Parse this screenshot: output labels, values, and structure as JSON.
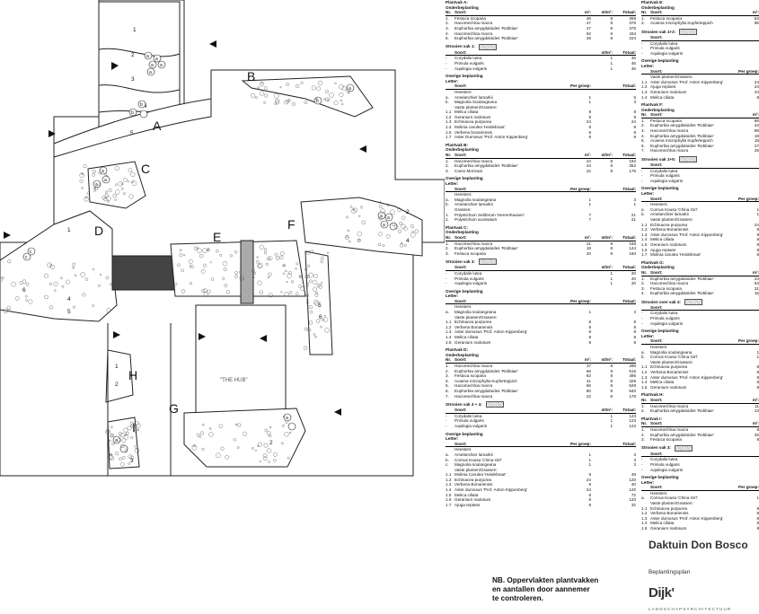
{
  "plan": {
    "areas": [
      "A",
      "B",
      "C",
      "D",
      "E",
      "F",
      "G",
      "H",
      "I"
    ],
    "hub_label": "\"THE HUB\"",
    "nums": [
      "1",
      "2",
      "3",
      "4",
      "5",
      "6"
    ],
    "circle_letter": "a",
    "circle_letter_b": "b",
    "circle_letter_c": "c"
  },
  "colA": [
    {
      "title": "Plantvak A:",
      "sub": "Onderbeplanting",
      "hdr": [
        "Nr.",
        "Soort:",
        "m²:",
        "st/m²:",
        "Totaal:"
      ],
      "rows": [
        [
          "1.",
          "Festuca scoparia",
          "46",
          "8",
          "368"
        ],
        [
          "2.",
          "Hacomechloa macra",
          "47",
          "8",
          "376"
        ],
        [
          "3.",
          "Euphorbia amygdaloides 'Robbiae'",
          "47",
          "8",
          "376"
        ],
        [
          "4.",
          "Hacomechloa macra",
          "62",
          "8",
          "434"
        ],
        [
          "5.",
          "Euphorbia amygdaloides 'Robbiae'",
          "28",
          "8",
          "224"
        ]
      ]
    },
    {
      "title": "Strooien vak 1:",
      "swatch": true,
      "hdr": [
        "",
        "Soort:",
        "",
        "st/m²:",
        "Totaal:"
      ],
      "rows": [
        [
          "-",
          "Corydalis lutea",
          "",
          "1",
          "46"
        ],
        [
          "-",
          "Primula vulgaris",
          "",
          "1",
          "46"
        ],
        [
          "-",
          "Aquilegia vulgaris",
          "",
          "1",
          "46"
        ]
      ]
    },
    {
      "title": "Overige beplanting",
      "sub": "Letter:",
      "hdr": [
        "",
        "Soort:",
        "Per groep:",
        "",
        "Totaal:"
      ],
      "rows": [
        [
          "",
          "Heesters:",
          "",
          "",
          ""
        ],
        [
          "a.",
          "Amelanchier lamarkii",
          "1",
          "",
          "5"
        ],
        [
          "b.",
          "Magnolia Soulangeana",
          "1",
          "",
          "3"
        ],
        [
          "",
          "Vaste planten/Grassen:",
          "",
          "",
          ""
        ],
        [
          "1.1",
          "Melica ciliata",
          "8",
          "",
          "8"
        ],
        [
          "1.2",
          "Geranium nodosum",
          "8",
          "",
          "8"
        ],
        [
          "1.3",
          "Echinacea purpurea",
          "24",
          "",
          "24"
        ],
        [
          "1.4",
          "Molinia carulea 'Heidebraut'",
          "8",
          "",
          "8"
        ],
        [
          "1.5",
          "Verbena bonariensis",
          "8",
          "",
          "8"
        ],
        [
          "1.7",
          "Aster Dumosus 'Prof. Anton Kippenberg'",
          "8",
          "",
          "8"
        ]
      ]
    },
    {
      "title": "Plantvak B:",
      "sub": "Onderbeplanting",
      "hdr": [
        "Nr.",
        "Soort:",
        "m²:",
        "st/m²:",
        "Totaal:"
      ],
      "rows": [
        [
          "1.",
          "Hacomechloa macra",
          "24",
          "8",
          "192"
        ],
        [
          "2.",
          "Euphorbia amygdaloides 'Robbiae'",
          "44",
          "8",
          "352"
        ],
        [
          "3.",
          "Carex Morrowii",
          "22",
          "8",
          "176"
        ]
      ]
    },
    {
      "title": "Overige beplanting",
      "sub": "Letter:",
      "hdr": [
        "",
        "Soort:",
        "Per groep:",
        "",
        "Totaal:"
      ],
      "rows": [
        [
          "",
          "Heesters:",
          "",
          "",
          ""
        ],
        [
          "a.",
          "Magnolia soulangeana",
          "1",
          "",
          "3"
        ],
        [
          "b.",
          "Amelanchier lamarkii",
          "1",
          "",
          "1"
        ],
        [
          "",
          "Grassen:",
          "",
          "",
          ""
        ],
        [
          "1.",
          "Polystichum Setiferum 'Herrenhausen'",
          "7",
          "",
          "21"
        ],
        [
          "2.",
          "Polystichum aculeatum",
          "7",
          "",
          "21"
        ]
      ]
    },
    {
      "title": "Plantvak C:",
      "sub": "Onderbeplanting",
      "hdr": [
        "Nr.",
        "Soort:",
        "m²:",
        "st/m²:",
        "Totaal:"
      ],
      "rows": [
        [
          "1.",
          "Hacomechloa macra",
          "21",
          "8",
          "168"
        ],
        [
          "2.",
          "Euphorbia amygdaloides 'Robbiae'",
          "18",
          "8",
          "144"
        ],
        [
          "3.",
          "Festuca scoparia",
          "20",
          "8",
          "160"
        ]
      ]
    },
    {
      "title": "Strooien vak 3:",
      "swatch": true,
      "hdr": [
        "",
        "Soort:",
        "",
        "st/m²:",
        "Totaal:"
      ],
      "rows": [
        [
          "-",
          "Corydalis lutea",
          "",
          "1",
          "20"
        ],
        [
          "-",
          "Primula vulgaris",
          "",
          "1",
          "20"
        ],
        [
          "-",
          "Aquilegia vulgaris",
          "",
          "1",
          "20"
        ]
      ]
    },
    {
      "title": "Overige beplanting",
      "sub": "Letter:",
      "hdr": [
        "",
        "Soort:",
        "Per groep:",
        "",
        "Totaal:"
      ],
      "rows": [
        [
          "",
          "Heesters",
          "",
          "",
          ""
        ],
        [
          "a.",
          "Magnolia soulangeana",
          "1",
          "",
          "3"
        ],
        [
          "",
          "Vaste planten/Grassen:",
          "",
          "",
          ""
        ],
        [
          "1.1",
          "Echinacea purpurea",
          "8",
          "",
          "8"
        ],
        [
          "1.2",
          "Verbena Bonariensis",
          "8",
          "",
          "8"
        ],
        [
          "1.3",
          "Aster dumosus 'Prof. Anton Kippenberg'",
          "8",
          "",
          "8"
        ],
        [
          "1.4",
          "Melica ciliata",
          "8",
          "",
          "8"
        ],
        [
          "1.5",
          "Geranium nodosum",
          "8",
          "",
          "8"
        ]
      ]
    },
    {
      "title": "Plantvak D:",
      "sub": "Onderbeplanting",
      "hdr": [
        "Nr.",
        "Soort:",
        "m²:",
        "st/m²:",
        "Totaal:"
      ],
      "rows": [
        [
          "1.",
          "Hacomechloa macra",
          "37",
          "8",
          "296"
        ],
        [
          "2.",
          "Euphorbia amygdaloides 'Robbiae'",
          "66",
          "8",
          "516"
        ],
        [
          "3.",
          "Festuca scoparia",
          "62",
          "8",
          "496"
        ],
        [
          "4.",
          "Acaena microphylla Kupferteppich",
          "41",
          "8",
          "328"
        ],
        [
          "5.",
          "Hacomechloa macra",
          "66",
          "8",
          "528"
        ],
        [
          "6.",
          "Euphorbia amygdaloides 'Robbiae'",
          "80",
          "8",
          "640"
        ],
        [
          "7.",
          "Hacomechloa macra",
          "22",
          "8",
          "176"
        ]
      ]
    },
    {
      "title": "Strooien vak 3 + 4:",
      "swatch": true,
      "hdr": [
        "",
        "Soort:",
        "",
        "st/m²:",
        "Totaal:"
      ],
      "rows": [
        [
          "-",
          "Corydalis lutea",
          "",
          "1",
          "123"
        ],
        [
          "-",
          "Primula vulgaris",
          "",
          "1",
          "123"
        ],
        [
          "-",
          "Aquilegia vulgaris",
          "",
          "1",
          "123"
        ]
      ]
    },
    {
      "title": "Overige beplanting",
      "sub": "Letter:",
      "hdr": [
        "",
        "Soort:",
        "Per groep:",
        "",
        "Totaal:"
      ],
      "rows": [
        [
          "",
          "Heesters",
          "",
          "",
          ""
        ],
        [
          "a.",
          "Amelanchier lamarkii",
          "1",
          "",
          "3"
        ],
        [
          "b.",
          "Cornus Kousa 'China Girl'",
          "1",
          "",
          "3"
        ],
        [
          "c.",
          "Magnolia soulangeana",
          "1",
          "",
          "3"
        ],
        [
          "",
          "Vaste planten/Grassen:",
          "",
          "",
          ""
        ],
        [
          "1.1",
          "Molinia Carulea 'Heidebraut'",
          "8",
          "",
          "48"
        ],
        [
          "1.2",
          "Echinacea purpurea",
          "24",
          "",
          "120"
        ],
        [
          "1.3",
          "Verbena Bonariensis",
          "8",
          "",
          "40"
        ],
        [
          "1.4",
          "Aster dumosus 'Prof. Anton Kippenberg'",
          "24",
          "",
          "120"
        ],
        [
          "1.5",
          "Melica ciliata",
          "8",
          "",
          "72"
        ],
        [
          "1.6",
          "Geranium nodosum",
          "8",
          "",
          "120"
        ],
        [
          "1.7",
          "Ajuga reptans",
          "8",
          "",
          "32"
        ]
      ]
    }
  ],
  "colB": [
    {
      "title": "Plantvak E:",
      "sub": "Onderbeplanting",
      "hdr": [
        "Nr.",
        "Soort:",
        "",
        "",
        "m²:"
      ],
      "rows": [
        [
          "1.",
          "Festuca scoparia",
          "",
          "",
          "53"
        ],
        [
          "2.",
          "Acaena microphylla Kupferteppich",
          "",
          "",
          "95"
        ]
      ]
    },
    {
      "title": "Strooien vak 1+2:",
      "swatch": true,
      "hdr": [
        "",
        "Soort:",
        "",
        "",
        ""
      ],
      "rows": [
        [
          "-",
          "Corydalis lutea",
          "",
          "",
          ""
        ],
        [
          "-",
          "Primula vulgaris",
          "",
          "",
          ""
        ],
        [
          "-",
          "Aquilegia vulgaris",
          "",
          "",
          ""
        ]
      ]
    },
    {
      "title": "Overige beplanting",
      "sub": "Letter:",
      "hdr": [
        "",
        "Soort:",
        "",
        "",
        "Per groep:"
      ],
      "rows": [
        [
          "",
          "Vaste planten/Grassen:",
          "",
          "",
          ""
        ],
        [
          "1.1",
          "Aster dumosus 'Prof. Anton Kippenberg'",
          "",
          "",
          "24"
        ],
        [
          "1.2",
          "Ajuga reptans",
          "",
          "",
          "24"
        ],
        [
          "1.3",
          "Geranium nodosum",
          "",
          "",
          "24"
        ],
        [
          "1.4",
          "Melica ciliata",
          "",
          "",
          "8"
        ]
      ]
    },
    {
      "title": "Plantvak F:",
      "sub": "Onderbeplanting",
      "hdr": [
        "Nr.",
        "Soort:",
        "",
        "",
        "m²:"
      ],
      "rows": [
        [
          "1.",
          "Festuca scoparia",
          "",
          "",
          "86"
        ],
        [
          "2.",
          "Euphorbia amygdaloides 'Robbiae'",
          "",
          "",
          "43"
        ],
        [
          "3.",
          "Hacomechloa macra",
          "",
          "",
          "98"
        ],
        [
          "4.",
          "Euphorbia amygdaloides 'Robbiae'",
          "",
          "",
          "18"
        ],
        [
          "5.",
          "Acaena microphylla Kupferteppich",
          "",
          "",
          "18"
        ],
        [
          "6.",
          "Euphorbia amygdaloides 'Robbiae'",
          "",
          "",
          "27"
        ],
        [
          "7.",
          "Hacomechloa macra",
          "",
          "",
          "25"
        ]
      ]
    },
    {
      "title": "Strooien vak 1+5:",
      "swatch": true,
      "hdr": [
        "",
        "Soort:",
        "",
        "",
        ""
      ],
      "rows": [
        [
          "-",
          "Corydalis lutea",
          "",
          "",
          ""
        ],
        [
          "-",
          "Primula vulgaris",
          "",
          "",
          ""
        ],
        [
          "-",
          "Aquilegia vulgaris",
          "",
          "",
          ""
        ]
      ]
    },
    {
      "title": "Overige beplanting",
      "sub": "Letter:",
      "hdr": [
        "",
        "Soort:",
        "",
        "",
        "Per groep:"
      ],
      "rows": [
        [
          "",
          "Heesters:",
          "",
          "",
          ""
        ],
        [
          "a.",
          "Cornus Kousa 'China Girl'",
          "",
          "",
          "1"
        ],
        [
          "b.",
          "Amelanchier lamarkii",
          "",
          "",
          "1"
        ],
        [
          "",
          "Vaste planten/Grassen:",
          "",
          "",
          ""
        ],
        [
          "1.1",
          "Echinacea purpurea",
          "",
          "",
          "24"
        ],
        [
          "1.2",
          "Verbena Bonariensis",
          "",
          "",
          "8"
        ],
        [
          "1.3",
          "Aster dumosus 'Prof. Anton Kippenberg'",
          "",
          "",
          "8"
        ],
        [
          "1.4",
          "Melica ciliata",
          "",
          "",
          "8"
        ],
        [
          "1.5",
          "Geranium nodosum",
          "",
          "",
          "8"
        ],
        [
          "1.6",
          "Ajuga reptans",
          "",
          "",
          "8"
        ],
        [
          "1.7",
          "Molinia carulea 'Heidebraut'",
          "",
          "",
          "8"
        ]
      ]
    },
    {
      "title": "Plantvak G:",
      "sub": "Onderbeplanting",
      "hdr": [
        "Nr.",
        "Soort:",
        "",
        "",
        "m²:"
      ],
      "rows": [
        [
          "1.",
          "Euphorbia amygdaloides 'Robbiae'",
          "",
          "",
          "24"
        ],
        [
          "2.",
          "Hacomechloa macra",
          "",
          "",
          "53"
        ],
        [
          "3.",
          "Festuca scoparia",
          "",
          "",
          "31"
        ],
        [
          "4.",
          "Euphorbia amygdaloides 'Robbiae'",
          "",
          "",
          "15"
        ]
      ]
    },
    {
      "title": "Strooien over vak 3:",
      "swatch": true,
      "hdr": [
        "",
        "Soort:",
        "",
        "",
        ""
      ],
      "rows": [
        [
          "-",
          "Corydalis lutea",
          "",
          "",
          ""
        ],
        [
          "-",
          "Primula vulgaris",
          "",
          "",
          ""
        ],
        [
          "-",
          "Aquilegia vulgaris",
          "",
          "",
          ""
        ]
      ]
    },
    {
      "title": "Overige beplanting",
      "sub": "Letter:",
      "hdr": [
        "",
        "Soort:",
        "",
        "",
        "Per groep:"
      ],
      "rows": [
        [
          "",
          "Heesters",
          "",
          "",
          ""
        ],
        [
          "a.",
          "Magnolia soulangeana",
          "",
          "",
          "1"
        ],
        [
          "b.",
          "Cornus Kousa 'China Girl'",
          "",
          "",
          "1"
        ],
        [
          "",
          "Vaste planten/Grassen:",
          "",
          "",
          ""
        ],
        [
          "1.1",
          "Echinacea purpurea",
          "",
          "",
          "8"
        ],
        [
          "1.2",
          "Verbena Bonariensis",
          "",
          "",
          "8"
        ],
        [
          "1.3",
          "Aster dumosus 'Prof. Anton Kippenberg'",
          "",
          "",
          "8"
        ],
        [
          "1.4",
          "Melica ciliata",
          "",
          "",
          "8"
        ],
        [
          "1.5",
          "Geranium nodosum",
          "",
          "",
          "8"
        ]
      ]
    },
    {
      "title": "Plantvak H:",
      "sub": "",
      "hdr": [
        "Nr.",
        "Soort:",
        "",
        "",
        "m²:"
      ],
      "rows": [
        [
          "1.",
          "Hacomechloa macra",
          "",
          "",
          "11"
        ],
        [
          "2.",
          "Euphorbia amygdaloides 'Robbiae'",
          "",
          "",
          "13"
        ]
      ]
    },
    {
      "title": "Plantvak I:",
      "sub": "",
      "hdr": [
        "Nr.",
        "Soort:",
        "",
        "",
        "m²:"
      ],
      "rows": [
        [
          "1.",
          "Hacomechloa macra",
          "",
          "",
          "8"
        ],
        [
          "2.",
          "Euphorbia amygdaloides 'Robbiae'",
          "",
          "",
          "25"
        ],
        [
          "3.",
          "Festuca scoparia",
          "",
          "",
          "8"
        ]
      ]
    },
    {
      "title": "Strooien vak 3:",
      "swatch": true,
      "hdr": [
        "",
        "Soort:",
        "",
        "",
        ""
      ],
      "rows": [
        [
          "-",
          "Corydalis lutea",
          "",
          "",
          ""
        ],
        [
          "-",
          "Primula vulgaris",
          "",
          "",
          ""
        ],
        [
          "-",
          "Aquilegia vulgaris",
          "",
          "",
          ""
        ]
      ]
    },
    {
      "title": "Overige beplanting",
      "sub": "Letter:",
      "hdr": [
        "",
        "Soort:",
        "",
        "",
        "Per groep:"
      ],
      "rows": [
        [
          "",
          "Heesters",
          "",
          "",
          ""
        ],
        [
          "a.",
          "Cornus Kousa 'China Girl'",
          "",
          "",
          "1"
        ],
        [
          "",
          "Vaste planten/Grassen:",
          "",
          "",
          ""
        ],
        [
          "1.1",
          "Echinacea purpurea",
          "",
          "",
          "8"
        ],
        [
          "1.2",
          "Verbena Bonariensis",
          "",
          "",
          "8"
        ],
        [
          "1.3",
          "Aster dumosus 'Prof. Anton Kippenberg'",
          "",
          "",
          "8"
        ],
        [
          "1.4",
          "Melica ciliata",
          "",
          "",
          "8"
        ],
        [
          "1.5",
          "Geranium nodosum",
          "",
          "",
          "8"
        ]
      ]
    }
  ],
  "note": {
    "lines": [
      "NB. Oppervlakten plantvakken",
      "en aantallen door aannemer",
      "te controleren."
    ]
  },
  "title_block": {
    "project": "Daktuin Don Bosco",
    "subtitle": "Beplantingsplan",
    "logo": "Dijk'"
  },
  "logo_tagline": "LANDSCHAPSARCHITECTUUR"
}
